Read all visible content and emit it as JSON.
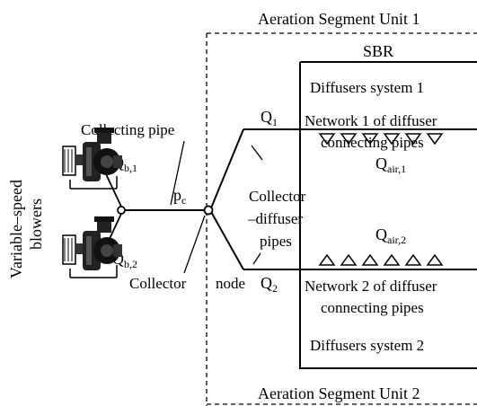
{
  "units": {
    "top": "Aeration Segment Unit 1",
    "bottom": "Aeration Segment Unit 2"
  },
  "reactor": {
    "label": "SBR",
    "diffusers_1": "Diffusers system 1",
    "diffusers_2": "Diffusers system 2",
    "network_1_line1": "Network 1 of diffuser",
    "network_1_line2": "connecting pipes",
    "network_2_line1": "Network 2 of diffuser",
    "network_2_line2": "connecting pipes"
  },
  "flows": {
    "q1": {
      "base": "Q",
      "sub": "1"
    },
    "q2": {
      "base": "Q",
      "sub": "2"
    },
    "qb1": {
      "base": "Q",
      "sub": "b,1"
    },
    "qb2": {
      "base": "Q",
      "sub": "b,2"
    },
    "qair1": {
      "base": "Q",
      "sub": "air,1"
    },
    "qair2": {
      "base": "Q",
      "sub": "air,2"
    },
    "pc": {
      "base": "p",
      "sub": "c"
    }
  },
  "labels": {
    "collecting_pipe": "Collecting pipe",
    "collector_node_1": "Collector",
    "collector_node_2": "node",
    "cd_pipes_1": "Collector",
    "cd_pipes_2": "–diffuser",
    "cd_pipes_3": "pipes",
    "blowers_1": "Variable–speed",
    "blowers_2": "blowers"
  }
}
